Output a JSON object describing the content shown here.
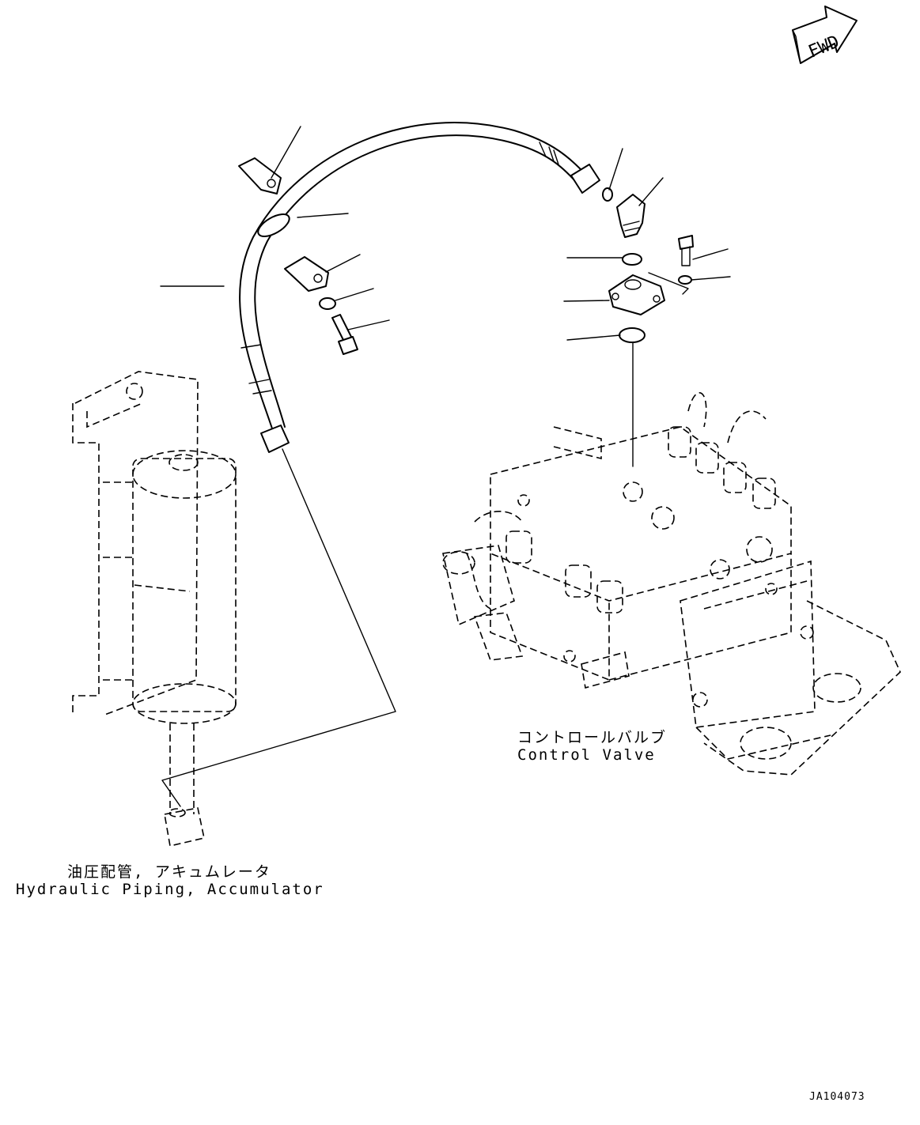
{
  "fwd_label": "FWD",
  "labels": {
    "control_valve_jp": "コントロールバルブ",
    "control_valve_en": "Control Valve",
    "accumulator_jp": "油圧配管, アキュムレータ",
    "accumulator_en": "Hydraulic Piping, Accumulator"
  },
  "drawing_code": "JA104073"
}
